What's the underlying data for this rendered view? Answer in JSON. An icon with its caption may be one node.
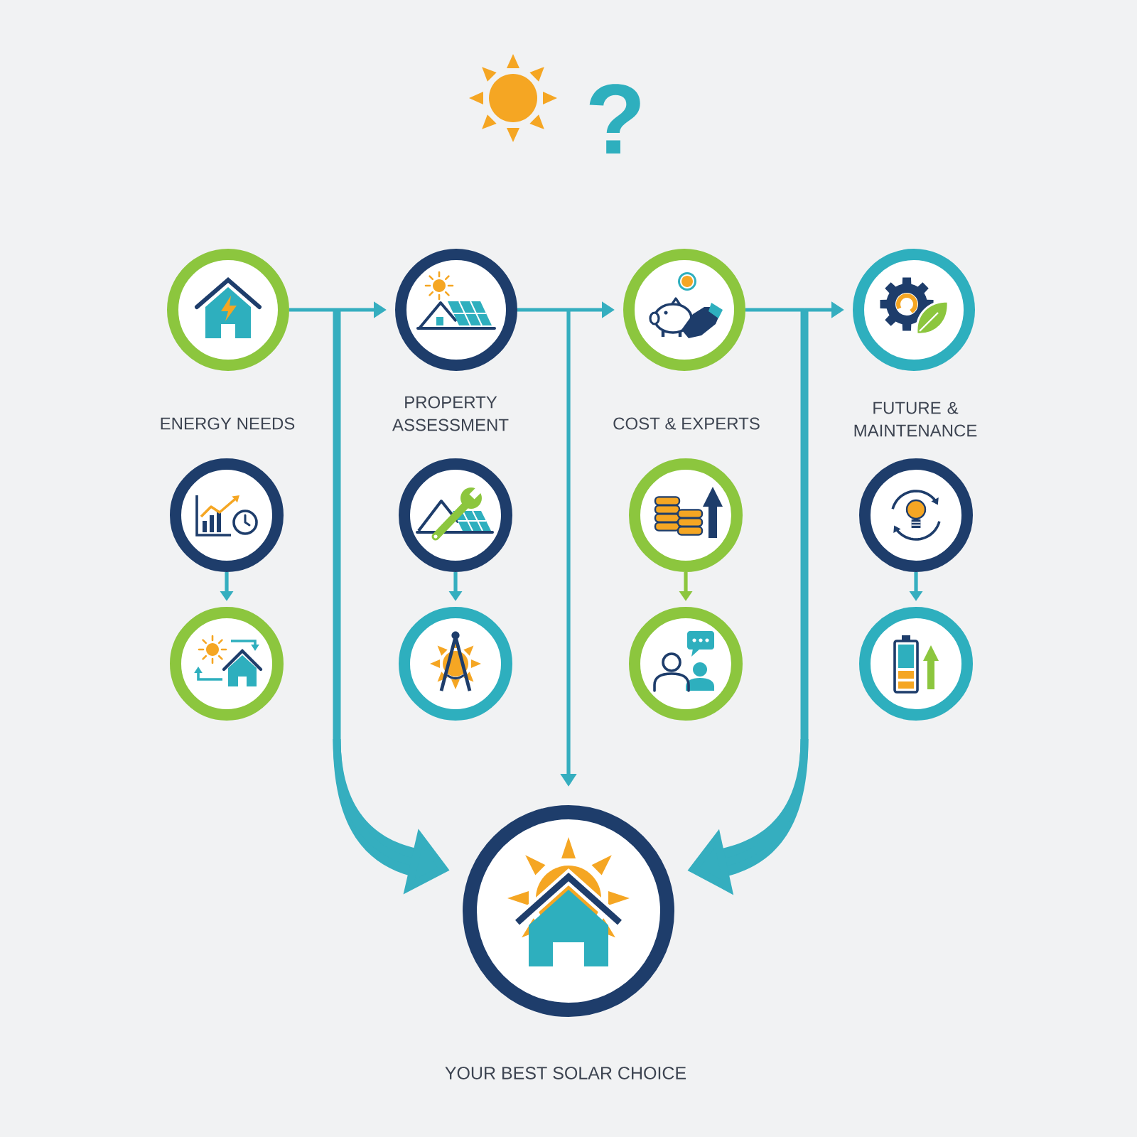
{
  "diagram": {
    "nodes": [
      {
        "text": [],
        "shape": "circle",
        "beside": [
          "ENERGY NEEDS"
        ]
      },
      {
        "text": [],
        "shape": "circle",
        "beside": [
          "PROPERTY ASSESSMENT"
        ]
      },
      {
        "text": [],
        "shape": "circle",
        "beside": [
          "COST & EXPERTS"
        ]
      },
      {
        "text": [],
        "shape": "circle",
        "beside": [
          "FUTURE & MAINTENANCE"
        ]
      },
      {
        "text": [],
        "shape": "circle"
      },
      {
        "text": [],
        "shape": "circle"
      },
      {
        "text": [],
        "shape": "circle"
      },
      {
        "text": [],
        "shape": "circle"
      },
      {
        "text": [],
        "shape": "circle"
      },
      {
        "text": [],
        "shape": "circle"
      },
      {
        "text": [],
        "shape": "circle"
      },
      {
        "text": [],
        "shape": "circle"
      },
      {
        "text": [],
        "shape": "circle",
        "beside": [
          "YOUR BEST SOLAR CHOICE"
        ]
      }
    ],
    "edges": [
      {
        "from": 0,
        "to": 1,
        "arrow": "to"
      },
      {
        "from": 1,
        "to": 2,
        "arrow": "to"
      },
      {
        "from": 2,
        "to": 3,
        "arrow": "to"
      },
      {
        "from": 4,
        "to": 8,
        "arrow": "to"
      },
      {
        "from": 5,
        "to": 9,
        "arrow": "to"
      },
      {
        "from": 6,
        "to": 10,
        "arrow": "to",
        "color": "#8cc63e"
      },
      {
        "from": 7,
        "to": 11,
        "arrow": "to"
      },
      {
        "from": 0,
        "to": 12,
        "arrow": "to",
        "style": "thick"
      },
      {
        "from": 1,
        "to": 12,
        "arrow": "to"
      },
      {
        "from": 2,
        "to": 12,
        "arrow": "to",
        "style": "thick"
      }
    ],
    "labels": [
      "?"
    ]
  }
}
